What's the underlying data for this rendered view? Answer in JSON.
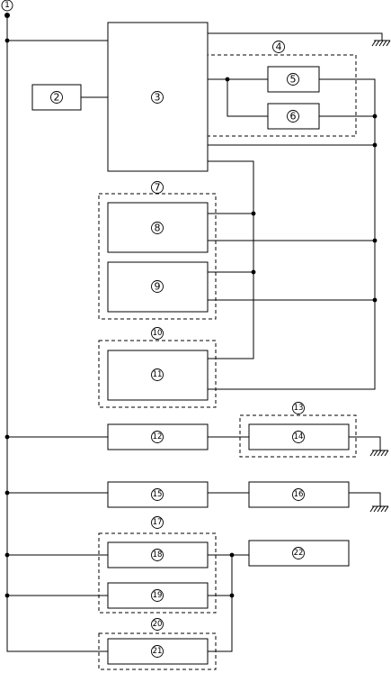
{
  "labels": {
    "l1": "1",
    "l2": "2",
    "l3": "3",
    "l4": "4",
    "l5": "5",
    "l6": "6",
    "l7": "7",
    "l8": "8",
    "l9": "9",
    "l10": "10",
    "l11": "11",
    "l12": "12",
    "l13": "13",
    "l14": "14",
    "l15": "15",
    "l16": "16",
    "l17": "17",
    "l18": "18",
    "l19": "19",
    "l20": "20",
    "l21": "21",
    "l22": "22"
  },
  "ground_symbols": [
    "ground-top",
    "ground-14",
    "ground-16"
  ]
}
